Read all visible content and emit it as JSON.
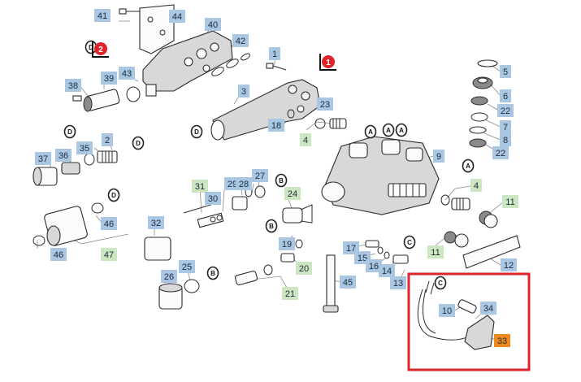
{
  "colors": {
    "callout_blue": "#a9c7e2",
    "callout_green": "#cde6c2",
    "callout_orange": "#f08a1c",
    "highlight_frame": "#e0242b",
    "marker_red": "#e0242b"
  },
  "callouts": [
    {
      "key": "p41",
      "label": "41",
      "color": "blue"
    },
    {
      "key": "p44",
      "label": "44",
      "color": "blue"
    },
    {
      "key": "p40",
      "label": "40",
      "color": "blue"
    },
    {
      "key": "p42",
      "label": "42",
      "color": "blue"
    },
    {
      "key": "p43",
      "label": "43",
      "color": "blue"
    },
    {
      "key": "p38",
      "label": "38",
      "color": "blue"
    },
    {
      "key": "p39",
      "label": "39",
      "color": "blue"
    },
    {
      "key": "p1",
      "label": "1",
      "color": "blue"
    },
    {
      "key": "p3",
      "label": "3",
      "color": "blue"
    },
    {
      "key": "p23",
      "label": "23",
      "color": "blue"
    },
    {
      "key": "p18",
      "label": "18",
      "color": "blue"
    },
    {
      "key": "p4a",
      "label": "4",
      "color": "green"
    },
    {
      "key": "p5",
      "label": "5",
      "color": "blue"
    },
    {
      "key": "p6",
      "label": "6",
      "color": "blue"
    },
    {
      "key": "p22a",
      "label": "22",
      "color": "blue"
    },
    {
      "key": "p7",
      "label": "7",
      "color": "blue"
    },
    {
      "key": "p8",
      "label": "8",
      "color": "blue"
    },
    {
      "key": "p22b",
      "label": "22",
      "color": "blue"
    },
    {
      "key": "p37",
      "label": "37",
      "color": "blue"
    },
    {
      "key": "p36",
      "label": "36",
      "color": "blue"
    },
    {
      "key": "p35",
      "label": "35",
      "color": "blue"
    },
    {
      "key": "p2",
      "label": "2",
      "color": "blue"
    },
    {
      "key": "p9",
      "label": "9",
      "color": "blue"
    },
    {
      "key": "p31",
      "label": "31",
      "color": "green"
    },
    {
      "key": "p30",
      "label": "30",
      "color": "blue"
    },
    {
      "key": "p29",
      "label": "29",
      "color": "blue"
    },
    {
      "key": "p28",
      "label": "28",
      "color": "blue"
    },
    {
      "key": "p27",
      "label": "27",
      "color": "blue"
    },
    {
      "key": "p24",
      "label": "24",
      "color": "green"
    },
    {
      "key": "p4b",
      "label": "4",
      "color": "green"
    },
    {
      "key": "p11a",
      "label": "11",
      "color": "green"
    },
    {
      "key": "p46a",
      "label": "46",
      "color": "blue"
    },
    {
      "key": "p46b",
      "label": "46",
      "color": "blue"
    },
    {
      "key": "p47",
      "label": "47",
      "color": "green"
    },
    {
      "key": "p32",
      "label": "32",
      "color": "blue"
    },
    {
      "key": "p19",
      "label": "19",
      "color": "blue"
    },
    {
      "key": "p17",
      "label": "17",
      "color": "blue"
    },
    {
      "key": "p15",
      "label": "15",
      "color": "blue"
    },
    {
      "key": "p16",
      "label": "16",
      "color": "blue"
    },
    {
      "key": "p14",
      "label": "14",
      "color": "blue"
    },
    {
      "key": "p11b",
      "label": "11",
      "color": "green"
    },
    {
      "key": "p12",
      "label": "12",
      "color": "blue"
    },
    {
      "key": "p20",
      "label": "20",
      "color": "green"
    },
    {
      "key": "p25",
      "label": "25",
      "color": "blue"
    },
    {
      "key": "p26",
      "label": "26",
      "color": "blue"
    },
    {
      "key": "p13",
      "label": "13",
      "color": "blue"
    },
    {
      "key": "p45",
      "label": "45",
      "color": "blue"
    },
    {
      "key": "p21",
      "label": "21",
      "color": "green"
    },
    {
      "key": "p10",
      "label": "10",
      "color": "blue"
    },
    {
      "key": "p34",
      "label": "34",
      "color": "blue"
    },
    {
      "key": "p33",
      "label": "33",
      "color": "orange"
    }
  ],
  "markers": [
    {
      "key": "m1",
      "label": "1"
    },
    {
      "key": "m2",
      "label": "2"
    }
  ],
  "connectors": [
    {
      "key": "cD1",
      "label": "D"
    },
    {
      "key": "cD2",
      "label": "D"
    },
    {
      "key": "cD3",
      "label": "D"
    },
    {
      "key": "cD4",
      "label": "D"
    },
    {
      "key": "cD5",
      "label": "D"
    },
    {
      "key": "cA1",
      "label": "A"
    },
    {
      "key": "cA2",
      "label": "A"
    },
    {
      "key": "cA3",
      "label": "A"
    },
    {
      "key": "cA4",
      "label": "A"
    },
    {
      "key": "cB1",
      "label": "B"
    },
    {
      "key": "cB2",
      "label": "B"
    },
    {
      "key": "cB3",
      "label": "B"
    },
    {
      "key": "cC1",
      "label": "C"
    },
    {
      "key": "cC2",
      "label": "C"
    }
  ]
}
